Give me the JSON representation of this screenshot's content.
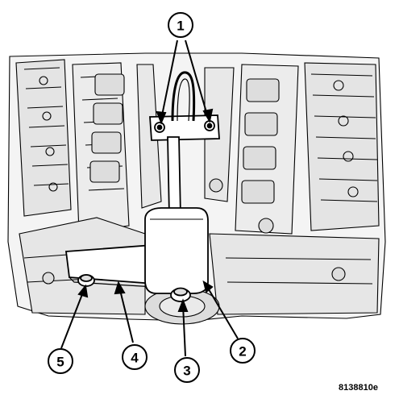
{
  "figure": {
    "figure_id": "8138810e",
    "callouts": [
      {
        "number": "1",
        "part": "tool-mounting-bolts"
      },
      {
        "number": "2",
        "part": "tool-support-plate"
      },
      {
        "number": "3",
        "part": "tool-center-bolt"
      },
      {
        "number": "4",
        "part": "tool-support-arm"
      },
      {
        "number": "5",
        "part": "tool-arm-bolt"
      }
    ]
  },
  "colors": {
    "line": "#000000",
    "background": "#ffffff",
    "engine_shade": "#dcdcdc"
  }
}
